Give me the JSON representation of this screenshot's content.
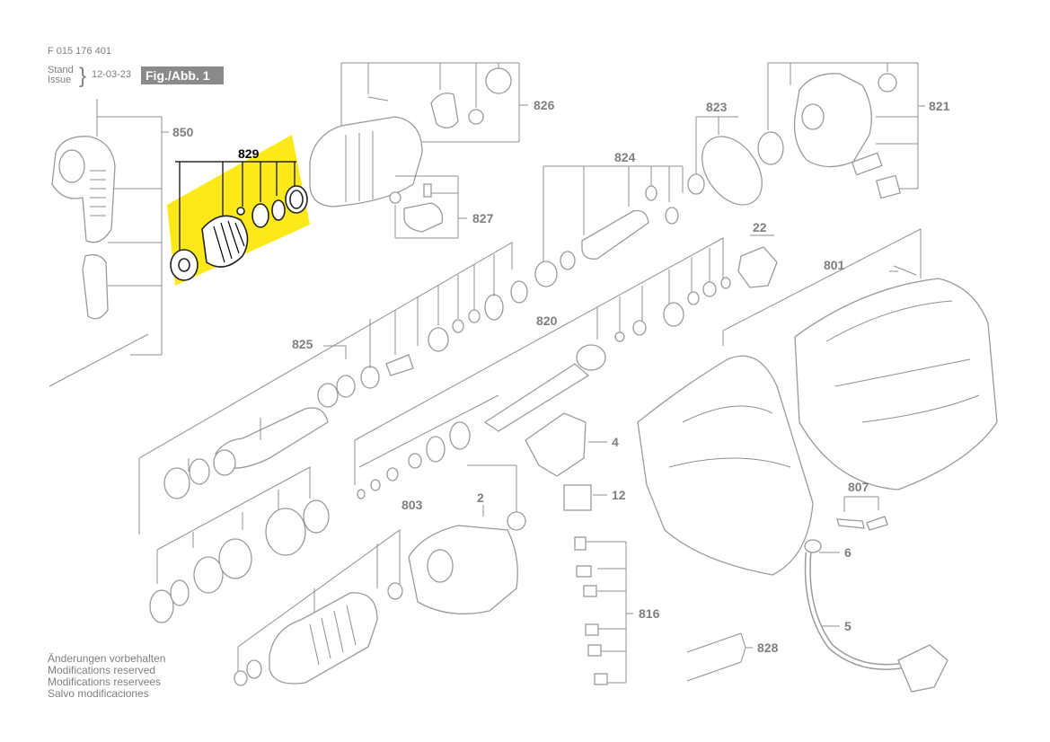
{
  "header": {
    "doc_number": "F 015 176 401",
    "stand_label": "Stand",
    "issue_label": "Issue",
    "date": "12-03-23",
    "figure_label": "Fig./Abb. 1"
  },
  "footer": {
    "lines": [
      "Änderungen vorbehalten",
      "Modifications reserved",
      "Modifications reservees",
      "Salvo modificaciones"
    ]
  },
  "parts": {
    "p850": "850",
    "p829": "829",
    "p826": "826",
    "p827": "827",
    "p823": "823",
    "p824": "824",
    "p821": "821",
    "p22": "22",
    "p801": "801",
    "p825": "825",
    "p820": "820",
    "p4": "4",
    "p12": "12",
    "p807": "807",
    "p6": "6",
    "p803": "803",
    "p2": "2",
    "p816": "816",
    "p5": "5",
    "p828": "828"
  },
  "colors": {
    "highlight": "#fde91a",
    "label_gray": "#7f7f7f",
    "badge_gray": "#8a8a8a"
  }
}
